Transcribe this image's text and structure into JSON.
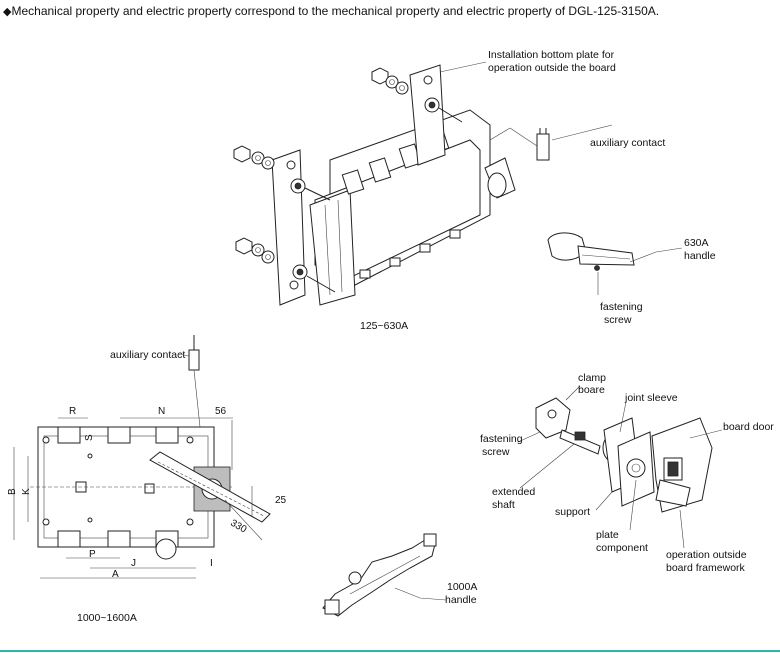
{
  "header": {
    "bullet": "◆",
    "text": "Mechanical property and electric property correspond to the mechanical property and electric property of DGL-125-3150A."
  },
  "top_diagram": {
    "labels": {
      "installation_line1": "Installation bottom plate for",
      "installation_line2": "operation outside the board",
      "auxiliary_contact": "auxiliary contact",
      "handle_line1": "630A",
      "handle_line2": "handle",
      "fastening_line1": "fastening",
      "fastening_line2": "screw",
      "range": "125~630A"
    }
  },
  "bottom_left_diagram": {
    "labels": {
      "auxiliary_contact": "auxiliary contact",
      "R": "R",
      "N": "N",
      "S": "S",
      "dim56": "56",
      "B": "B",
      "K": "K",
      "dim25": "25",
      "dim330": "330",
      "P": "P",
      "J": "J",
      "I": "I",
      "A": "A",
      "range": "1000~1600A"
    }
  },
  "bottom_middle_diagram": {
    "labels": {
      "handle_line1": "1000A",
      "handle_line2": "handle"
    }
  },
  "bottom_right_diagram": {
    "labels": {
      "clamp_line1": "clamp",
      "clamp_line2": "boare",
      "joint_sleeve": "joint sleeve",
      "board_door": "board door",
      "fastening_line1": "fastening",
      "fastening_line2": "screw",
      "extended_line1": "extended",
      "extended_line2": "shaft",
      "support": "support",
      "plate_line1": "plate",
      "plate_line2": "component",
      "operation_line1": "operation outside",
      "operation_line2": "board framework"
    }
  }
}
